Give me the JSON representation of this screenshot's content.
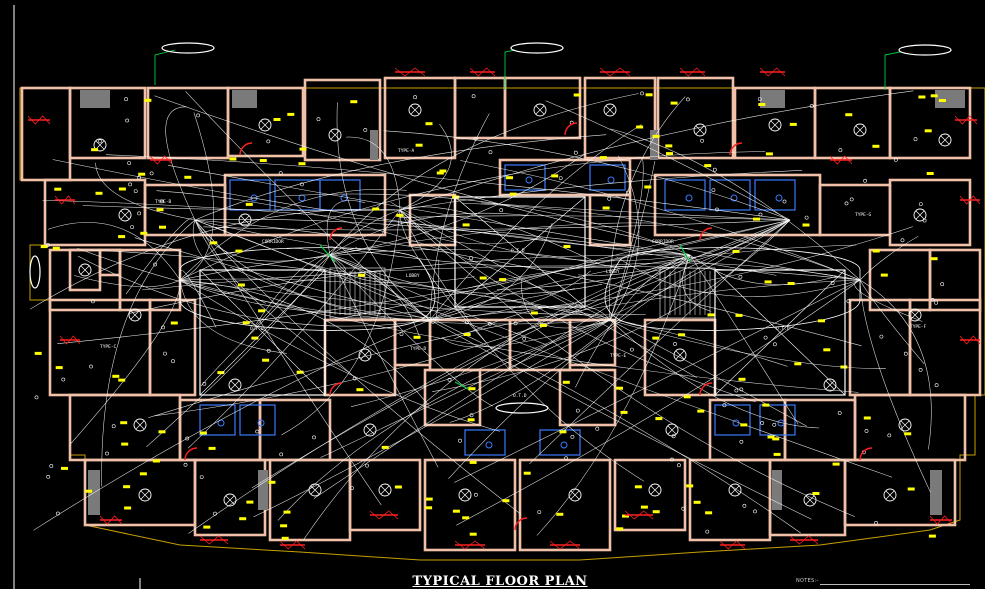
{
  "drawing": {
    "title": "TYPICAL FLOOR PLAN",
    "notes_label": "NOTES:-"
  },
  "labels": {
    "corridor_left": "CORRIDOR",
    "corridor_right": "CORRIDOR",
    "lobby_left": "LOBBY",
    "lobby_right": "LOBBY",
    "otd_center": "O.T.D",
    "otd_left": "O.T.D",
    "otd_right": "O.T.D",
    "otd_bottom": "O.T.D",
    "type_a": "TYPE-A",
    "type_b": "TYPE-B",
    "type_c": "TYPE-C",
    "type_d": "TYPE-D",
    "type_e": "TYPE-E",
    "type_f": "TYPE-F",
    "type_g": "TYPE-G"
  },
  "colors": {
    "background": "#000000",
    "wall": "#f0c0a8",
    "wiring": "#ffffff",
    "fixture_tag": "#ffff00",
    "door": "#ff2020",
    "outline": "#c8a000",
    "sanitary": "#3a7bff",
    "cabinet": "#7a7a7a",
    "earth": "#00d040"
  }
}
